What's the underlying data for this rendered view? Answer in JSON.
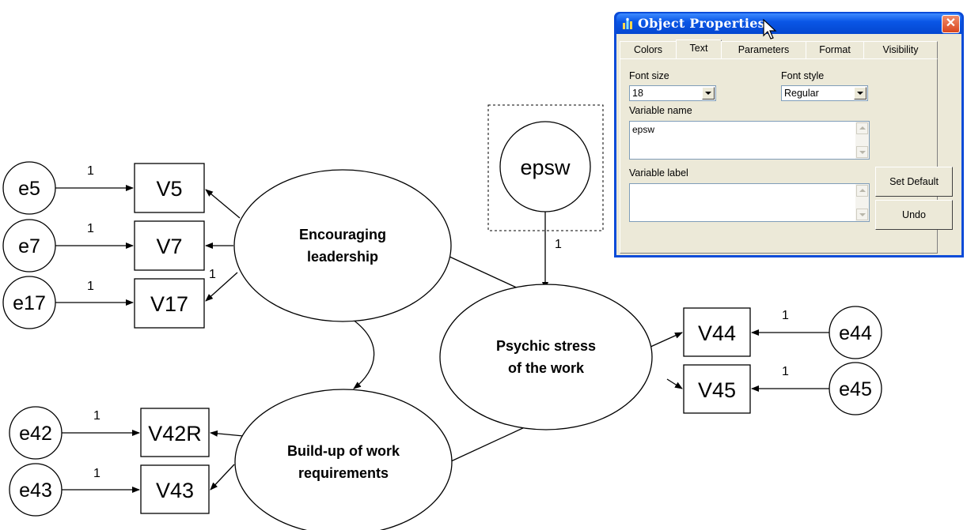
{
  "diagram": {
    "error_nodes": [
      "e5",
      "e7",
      "e17",
      "e42",
      "e43",
      "e44",
      "e45"
    ],
    "observed": [
      "V5",
      "V7",
      "V17",
      "V42R",
      "V43",
      "V44",
      "V45"
    ],
    "latents": {
      "leadership": [
        "Encouraging",
        "leadership"
      ],
      "stress": [
        "Psychic stress",
        "of the work"
      ],
      "buildup": [
        "Build-up of work",
        "requirements"
      ]
    },
    "selected_node": "epsw",
    "path_weight": "1"
  },
  "dialog": {
    "title": "Object Properties",
    "close_glyph": "✕",
    "tabs": [
      "Colors",
      "Text",
      "Parameters",
      "Format",
      "Visibility"
    ],
    "active_tab": "Text",
    "font_size_label": "Font size",
    "font_size_value": "18",
    "font_style_label": "Font style",
    "font_style_value": "Regular",
    "variable_name_label": "Variable name",
    "variable_name_value": "epsw",
    "variable_label_label": "Variable label",
    "variable_label_value": "",
    "set_default_label": "Set Default",
    "undo_label": "Undo"
  },
  "colors": {
    "title_bar": "#0a56e6",
    "dialog_face": "#ece9d8",
    "close_button": "#d9461f",
    "latent_text_dark": "#3a1212"
  },
  "icons": {
    "dialog_icon": "object-properties-icon",
    "cursor": "mouse-pointer-icon"
  }
}
